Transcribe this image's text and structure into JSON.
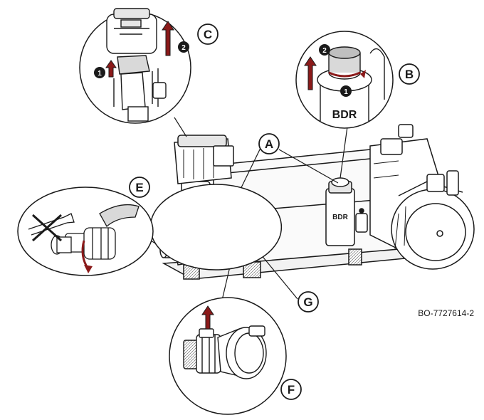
{
  "reference_code": "BO-7727614-2",
  "callouts": {
    "A": "A",
    "B": "B",
    "C": "C",
    "E": "E",
    "F": "F",
    "G": "G"
  },
  "steps": {
    "one": "1",
    "two": "2"
  },
  "brand_mark": "BDR",
  "colors": {
    "line": "#1a1a1a",
    "arrow": "#8b1a1a",
    "fill": "#ffffff",
    "shade": "#d9d9d9"
  }
}
